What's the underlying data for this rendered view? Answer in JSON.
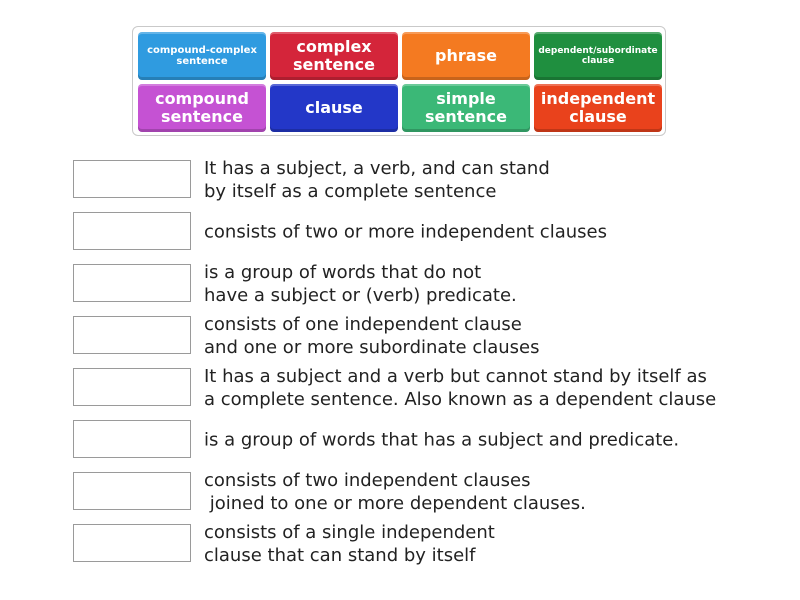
{
  "tiles": [
    {
      "label": "compound-complex sentence",
      "color": "#2f9be0"
    },
    {
      "label": "complex sentence",
      "color": "#d4253a"
    },
    {
      "label": "phrase",
      "color": "#f47a21"
    },
    {
      "label": "dependent/subordinate clause",
      "color": "#1f8f3f"
    },
    {
      "label": "compound sentence",
      "color": "#c552d3"
    },
    {
      "label": "clause",
      "color": "#2337c8"
    },
    {
      "label": "simple sentence",
      "color": "#3bb877"
    },
    {
      "label": "independent clause",
      "color": "#e9421c"
    }
  ],
  "definitions": [
    {
      "text": "It has a subject, a verb, and can stand\nby itself as a complete sentence"
    },
    {
      "text": "consists of two or more independent clauses"
    },
    {
      "text": "is a group of words that do not\nhave a subject or (verb) predicate."
    },
    {
      "text": "consists of one independent clause\nand one or more subordinate clauses"
    },
    {
      "text": "It has a subject and a verb but cannot stand by itself as\na complete sentence. Also known as a dependent clause"
    },
    {
      "text": "is a group of words that has a subject and predicate."
    },
    {
      "text": "consists of two independent clauses\n joined to one or more dependent clauses."
    },
    {
      "text": "consists of a single independent\nclause that can stand by itself"
    }
  ]
}
